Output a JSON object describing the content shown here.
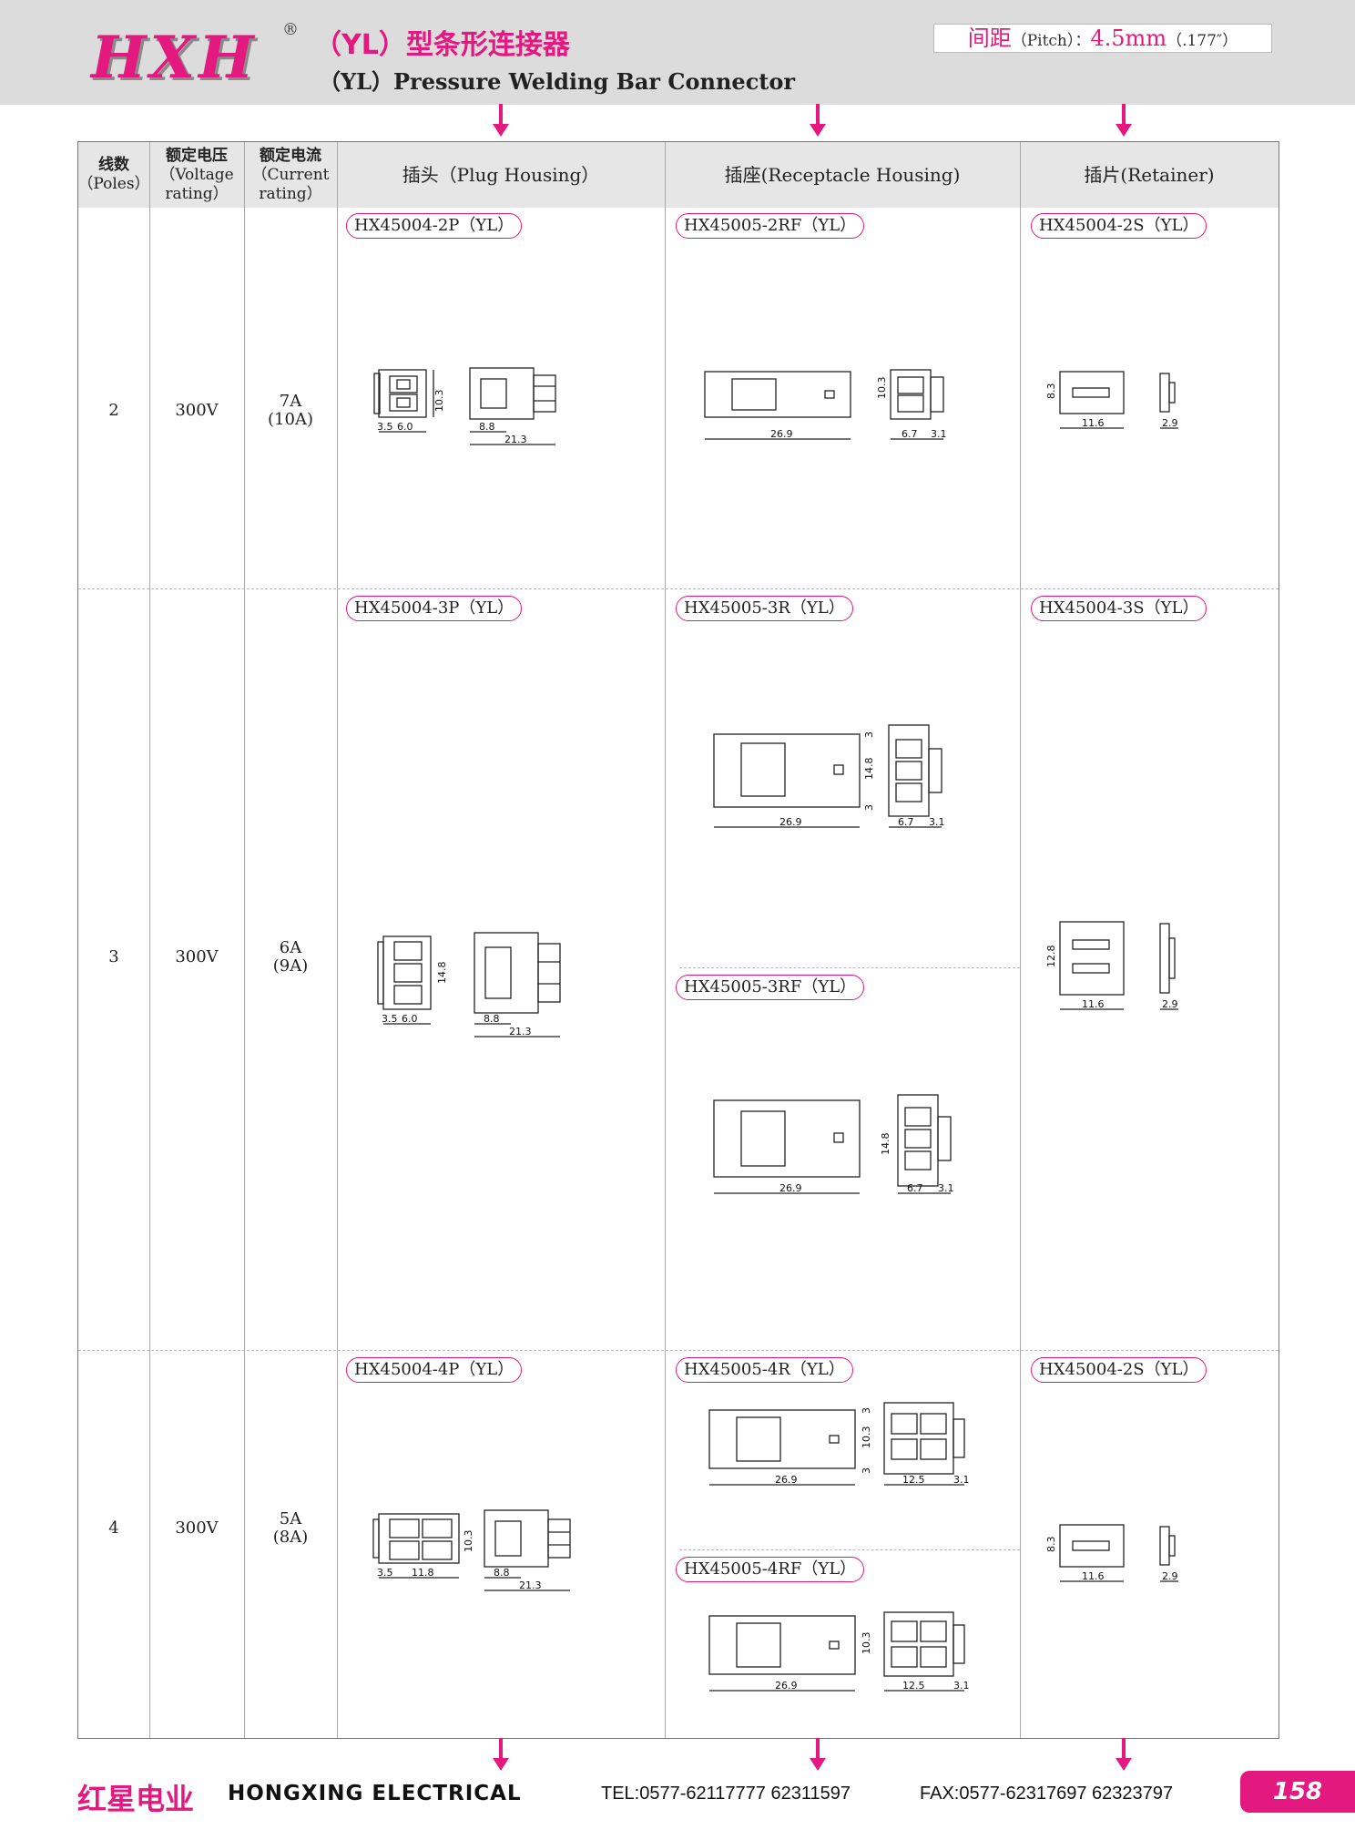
{
  "header": {
    "logo": "HXH",
    "registered": "®",
    "title_cn": "（YL）型条形连接器",
    "title_en": "（YL）Pressure Welding Bar Connector",
    "pitch_label": "间距",
    "pitch_sub": "（Pitch）：",
    "pitch_value": "4.5mm",
    "pitch_inch": "（.177″）"
  },
  "table": {
    "headers": {
      "poles_cn": "线数",
      "poles_en": "（Poles）",
      "voltage_cn": "额定电压",
      "voltage_en1": "（Voltage",
      "voltage_en2": "rating）",
      "current_cn": "额定电流",
      "current_en1": "（Current",
      "current_en2": "rating）",
      "plug": "插头（Plug Housing）",
      "receptacle": "插座(Receptacle Housing)",
      "retainer": "插片(Retainer)"
    },
    "rows": [
      {
        "poles": "2",
        "voltage": "300V",
        "current": "7A",
        "current_alt": "(10A)",
        "plug": "HX45004-2P（YL）",
        "receptacle": [
          "HX45005-2RF（YL）"
        ],
        "retainer": "HX45004-2S（YL）"
      },
      {
        "poles": "3",
        "voltage": "300V",
        "current": "6A",
        "current_alt": "(9A)",
        "plug": "HX45004-3P（YL）",
        "receptacle": [
          "HX45005-3R（YL）",
          "HX45005-3RF（YL）"
        ],
        "retainer": "HX45004-3S（YL）"
      },
      {
        "poles": "4",
        "voltage": "300V",
        "current": "5A",
        "current_alt": "(8A)",
        "plug": "HX45004-4P（YL）",
        "receptacle": [
          "HX45005-4R（YL）",
          "HX45005-4RF（YL）"
        ],
        "retainer": "HX45004-2S（YL）"
      }
    ]
  },
  "dims": {
    "d35": "3.5",
    "d60": "6.0",
    "d103": "10.3",
    "d88": "8.8",
    "d213": "21.3",
    "d269": "26.9",
    "d67": "6.7",
    "d31": "3.1",
    "d83": "8.3",
    "d116": "11.6",
    "d29": "2.9",
    "d148": "14.8",
    "d3": "3",
    "d128": "12.8",
    "d118": "11.8",
    "d125": "12.5"
  },
  "footer": {
    "brand_cn": "红星电业",
    "brand_en": "HONGXING ELECTRICAL",
    "tel": "TEL:0577-62117777   62311597",
    "fax": "FAX:0577-62317697   62323797",
    "page": "158"
  },
  "colors": {
    "accent": "#e4197f",
    "header_bg": "#dcdcdc"
  }
}
